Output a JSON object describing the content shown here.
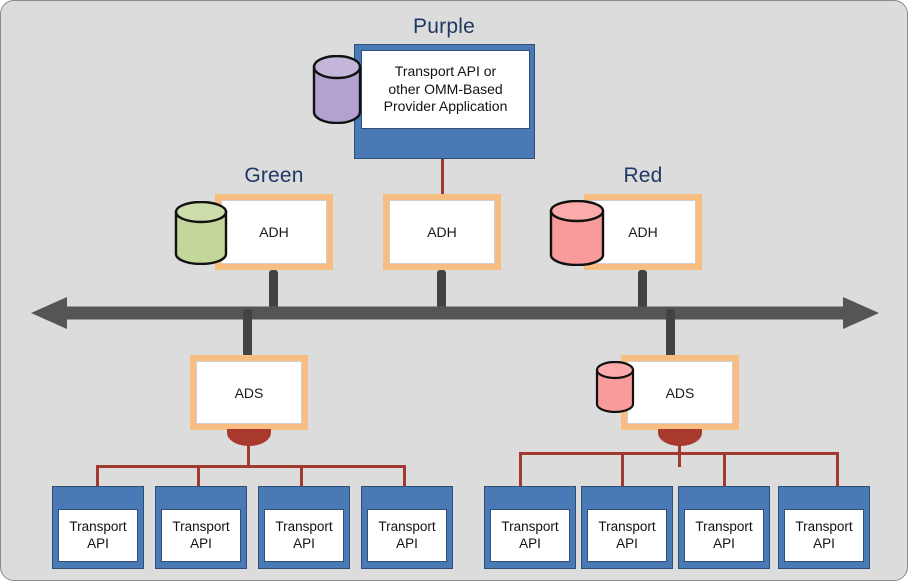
{
  "diagram": {
    "background_color": "#dcdcdc",
    "zones": [
      {
        "name": "purple",
        "label": "Purple",
        "color": "#b3a2cf"
      },
      {
        "name": "green",
        "label": "Green",
        "color": "#c3d69b"
      },
      {
        "name": "red",
        "label": "Red",
        "color": "#fa9b9b"
      }
    ],
    "provider": {
      "label": "Transport API or\nother OMM-Based\nProvider Application",
      "line1": "Transport API or",
      "line2": "other OMM-Based",
      "line3": "Provider Application",
      "frame_color": "#4a7ab5"
    },
    "adh_nodes": [
      {
        "label": "ADH",
        "zone": "Green",
        "cylinder_color": "#c3d69b",
        "has_cylinder": true
      },
      {
        "label": "ADH",
        "zone": "",
        "cylinder_color": "",
        "has_cylinder": false
      },
      {
        "label": "ADH",
        "zone": "Red",
        "cylinder_color": "#fa9b9b",
        "has_cylinder": true
      }
    ],
    "ads_nodes": [
      {
        "label": "ADS",
        "cylinder_color": "",
        "has_cylinder": false
      },
      {
        "label": "ADS",
        "cylinder_color": "#fa9b9b",
        "has_cylinder": true
      }
    ],
    "bus": {
      "name": "message-bus",
      "color": "#555555",
      "arrow_left": true,
      "arrow_right": true
    },
    "transport_api_clients": [
      {
        "line1": "Transport",
        "line2": "API"
      },
      {
        "line1": "Transport",
        "line2": "API"
      },
      {
        "line1": "Transport",
        "line2": "API"
      },
      {
        "line1": "Transport",
        "line2": "API"
      },
      {
        "line1": "Transport",
        "line2": "API"
      },
      {
        "line1": "Transport",
        "line2": "API"
      },
      {
        "line1": "Transport",
        "line2": "API"
      },
      {
        "line1": "Transport",
        "line2": "API"
      }
    ],
    "colors": {
      "orange_frame": "#f8bd80",
      "blue_frame": "#4a7ab5",
      "red_link": "#a33a32",
      "bus_gray": "#555555",
      "label_blue": "#1f3864"
    }
  }
}
